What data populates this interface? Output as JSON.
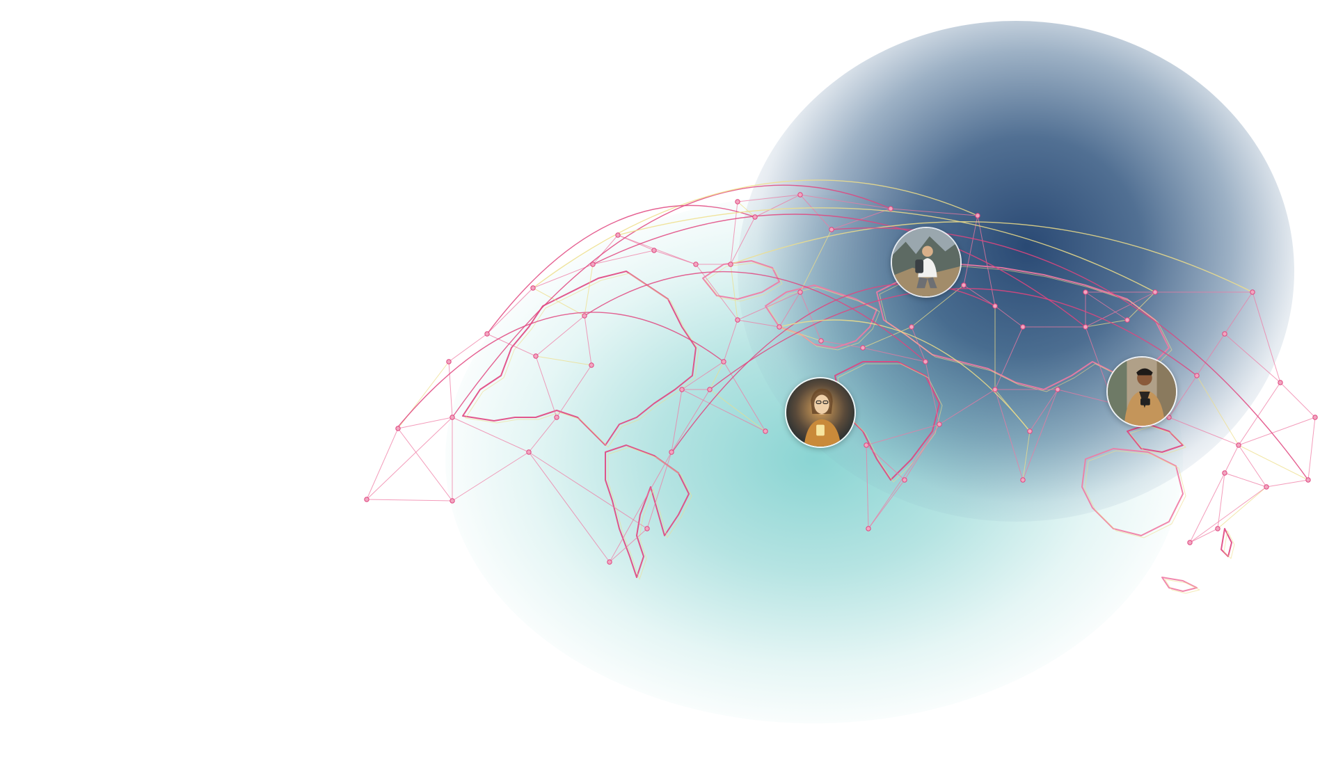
{
  "scene": {
    "background_color": "#ffffff",
    "glow_colors": {
      "teal": "#76cdcb",
      "navy": "#183a68"
    },
    "line_colors": {
      "magenta": "#e0457f",
      "pink": "#ef7aa3",
      "yellow": "#eede8a"
    }
  },
  "avatars": [
    {
      "name": "woman-using-phone",
      "description_icon": "person-photo-icon"
    },
    {
      "name": "hiker-with-phone",
      "description_icon": "person-photo-icon"
    },
    {
      "name": "man-using-phone",
      "description_icon": "person-photo-icon"
    }
  ]
}
